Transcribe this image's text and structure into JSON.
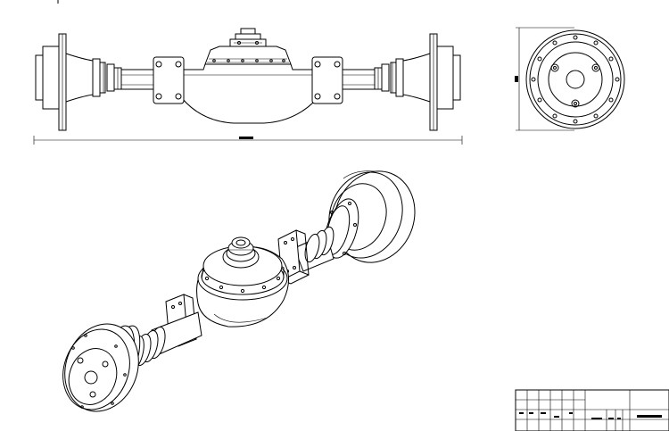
{
  "drawing": {
    "views": [
      "front-view",
      "side-view",
      "isometric-view"
    ],
    "title_block": {
      "rows": 4,
      "cols": 12
    }
  },
  "colors": {
    "line": "#000000",
    "paper": "#ffffff"
  }
}
